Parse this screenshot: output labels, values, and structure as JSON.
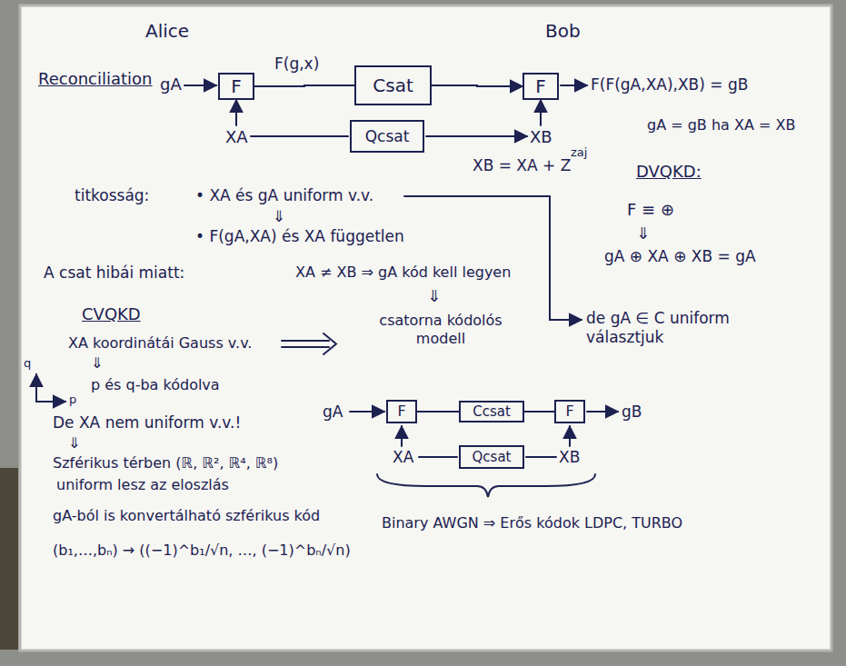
{
  "diagram": {
    "nodes": [
      {
        "text": [
          "F"
        ]
      },
      {
        "text": [
          "Csat"
        ]
      },
      {
        "text": [
          "F"
        ]
      },
      {
        "text": [
          "Qcsat"
        ]
      },
      {
        "text": [
          "F"
        ]
      },
      {
        "text": [
          "Ccsat"
        ]
      },
      {
        "text": [
          "F"
        ]
      },
      {
        "text": [
          "Qcsat"
        ]
      }
    ],
    "edges": [
      {
        "from": 0,
        "to": 1,
        "arrow": "none",
        "label": "F(g,x)"
      },
      {
        "from": 1,
        "to": 2,
        "arrow": "to"
      },
      {
        "from": 4,
        "to": 5,
        "arrow": "none"
      },
      {
        "from": 5,
        "to": 6,
        "arrow": "none"
      }
    ],
    "labels": [
      "Alice",
      "Bob",
      "Reconciliation",
      "gA",
      "XA",
      "XB",
      "F(F(gA,XA),XB) = gB",
      "XB = XA + Z",
      "zaj",
      "gA = gB ha XA = XB",
      "DVQKD:",
      "F ≡ ⊕",
      "⇓",
      "gA ⊕ XA ⊕ XB = gA",
      "titkosság:",
      "• XA és gA uniform v.v.",
      "⇓",
      "• F(gA,XA) és XA független",
      "A csat hibái miatt:",
      "XA ≠ XB ⇒ gA kód kell legyen",
      "⇓",
      "csatorna kódolós modell",
      "de gA ∈ C uniform választjuk",
      "CVQKD",
      "XA koordinátái Gauss v.v.",
      "⇓",
      "p és q-ba kódolva",
      "q",
      "p",
      "De XA nem uniform v.v.!",
      "⇓",
      "Szférikus térben (ℝ, ℝ², ℝ⁴, ℝ⁸)",
      "uniform lesz az eloszlás",
      "gA-ból is konvertálható szférikus kód",
      "(b₁,…,bₙ) → ((−1)^b₁/√n, …, (−1)^bₙ/√n)",
      "gA",
      "gB",
      "XA",
      "XB",
      "Binary AWGN ⇒ Erős kódok LDPC, TURBO"
    ]
  }
}
